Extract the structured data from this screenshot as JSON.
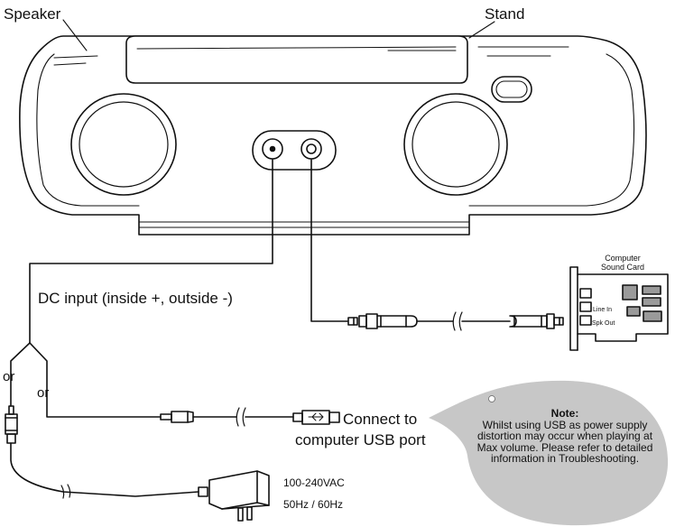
{
  "labels": {
    "speaker": "Speaker",
    "stand": "Stand",
    "dc_input": "DC input (inside +, outside -)",
    "or_1": "or",
    "or_2": "or",
    "usb_line_1": "Connect to",
    "usb_line_2": "computer USB port",
    "adapter_voltage": "100-240VAC",
    "adapter_frequency": "50Hz / 60Hz",
    "sound_card_line_1": "Computer",
    "sound_card_line_2": "Sound Card",
    "port_line_in": "Line In",
    "port_spk_out": "Spk Out"
  },
  "note": {
    "title": "Note:",
    "body": "Whilst using USB as power supply distortion may occur when playing at Max volume. Please refer to detailed information in Troubleshooting."
  },
  "colors": {
    "line": "#111111",
    "note_bubble": "#c7c7c7",
    "card_chip": "#9a9a9a"
  }
}
